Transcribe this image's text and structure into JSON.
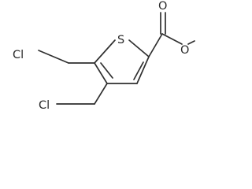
{
  "molecule": {
    "labels": {
      "S": "S",
      "O_carbonyl": "O",
      "O_ester": "O",
      "Cl_top": "Cl",
      "Cl_bottom": "Cl"
    }
  }
}
